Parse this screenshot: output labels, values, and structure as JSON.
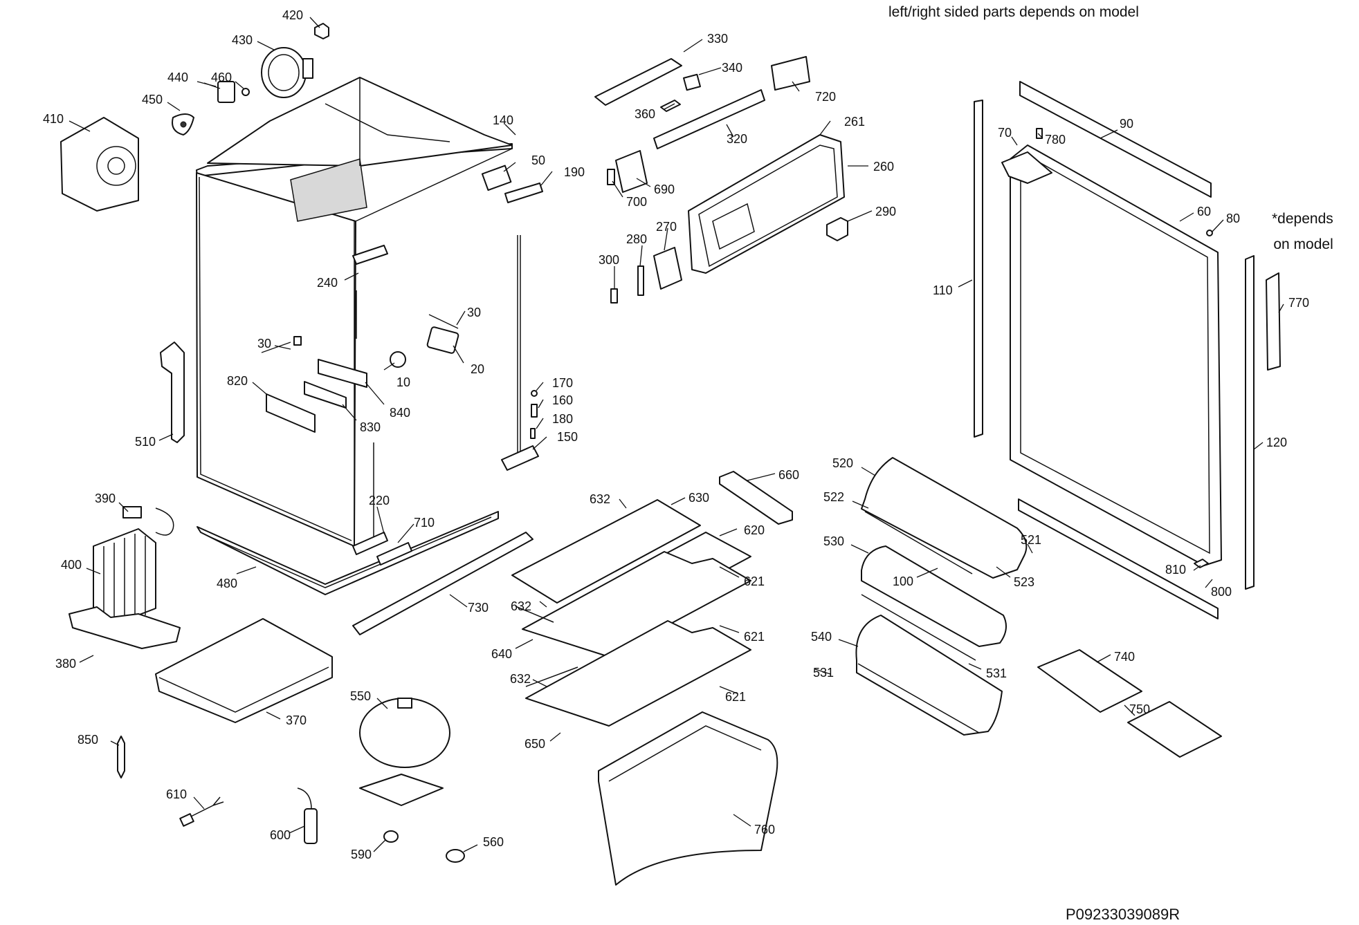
{
  "notes": {
    "top": "left/right sided parts depends on model",
    "side_line1": "*depends",
    "side_line2": "on model",
    "doc_id": "P09233039089R"
  },
  "labels": {
    "l420": "420",
    "l430": "430",
    "l440": "440",
    "l460": "460",
    "l450": "450",
    "l410": "410",
    "l140": "140",
    "l50": "50",
    "l190": "190",
    "l240": "240",
    "l30a": "30",
    "l30b": "30",
    "l20": "20",
    "l10": "10",
    "l820": "820",
    "l840": "840",
    "l830": "830",
    "l510": "510",
    "l170": "170",
    "l160": "160",
    "l180": "180",
    "l150": "150",
    "l390": "390",
    "l220": "220",
    "l710": "710",
    "l400": "400",
    "l480": "480",
    "l730": "730",
    "l380": "380",
    "l370": "370",
    "l850": "850",
    "l550": "550",
    "l610": "610",
    "l600": "600",
    "l590": "590",
    "l560": "560",
    "l330": "330",
    "l340": "340",
    "l720": "720",
    "l360": "360",
    "l320": "320",
    "l261": "261",
    "l260": "260",
    "l290": "290",
    "l690": "690",
    "l700": "700",
    "l270": "270",
    "l280": "280",
    "l300": "300",
    "l660": "660",
    "l632a": "632",
    "l630": "630",
    "l620": "620",
    "l621a": "621",
    "l632b": "632",
    "l621b": "621",
    "l640": "640",
    "l632c": "632",
    "l621c": "621",
    "l650": "650",
    "l760": "760",
    "l90": "90",
    "l70": "70",
    "l780": "780",
    "l60": "60",
    "l80": "80",
    "l110": "110",
    "l770": "770",
    "l120": "120",
    "l520": "520",
    "l522": "522",
    "l521": "521",
    "l523": "523",
    "l530": "530",
    "l100": "100",
    "l810": "810",
    "l800": "800",
    "l531a": "531",
    "l540": "540",
    "l531b": "531",
    "l740": "740",
    "l750": "750"
  }
}
